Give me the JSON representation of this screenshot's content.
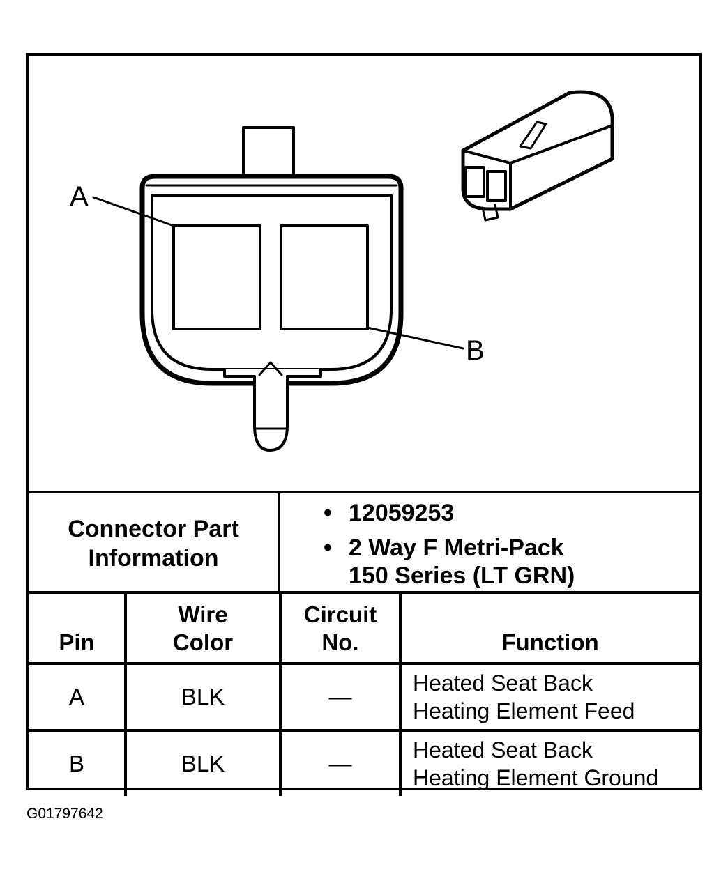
{
  "diagram": {
    "pin_labels": [
      "A",
      "B"
    ]
  },
  "connector_info": {
    "label_line1": "Connector Part",
    "label_line2": "Information",
    "part_number": "12059253",
    "description_line1": "2 Way F Metri-Pack",
    "description_line2": "150 Series (LT GRN)"
  },
  "pin_table": {
    "headers": {
      "pin": "Pin",
      "wire_color_line1": "Wire",
      "wire_color_line2": "Color",
      "circuit_line1": "Circuit",
      "circuit_line2": "No.",
      "function": "Function"
    },
    "rows": [
      {
        "pin": "A",
        "wire_color": "BLK",
        "circuit": "—",
        "function_line1": "Heated Seat Back",
        "function_line2": "Heating Element Feed"
      },
      {
        "pin": "B",
        "wire_color": "BLK",
        "circuit": "—",
        "function_line1": "Heated Seat Back",
        "function_line2": "Heating Element Ground"
      }
    ]
  },
  "caption": "G01797642"
}
